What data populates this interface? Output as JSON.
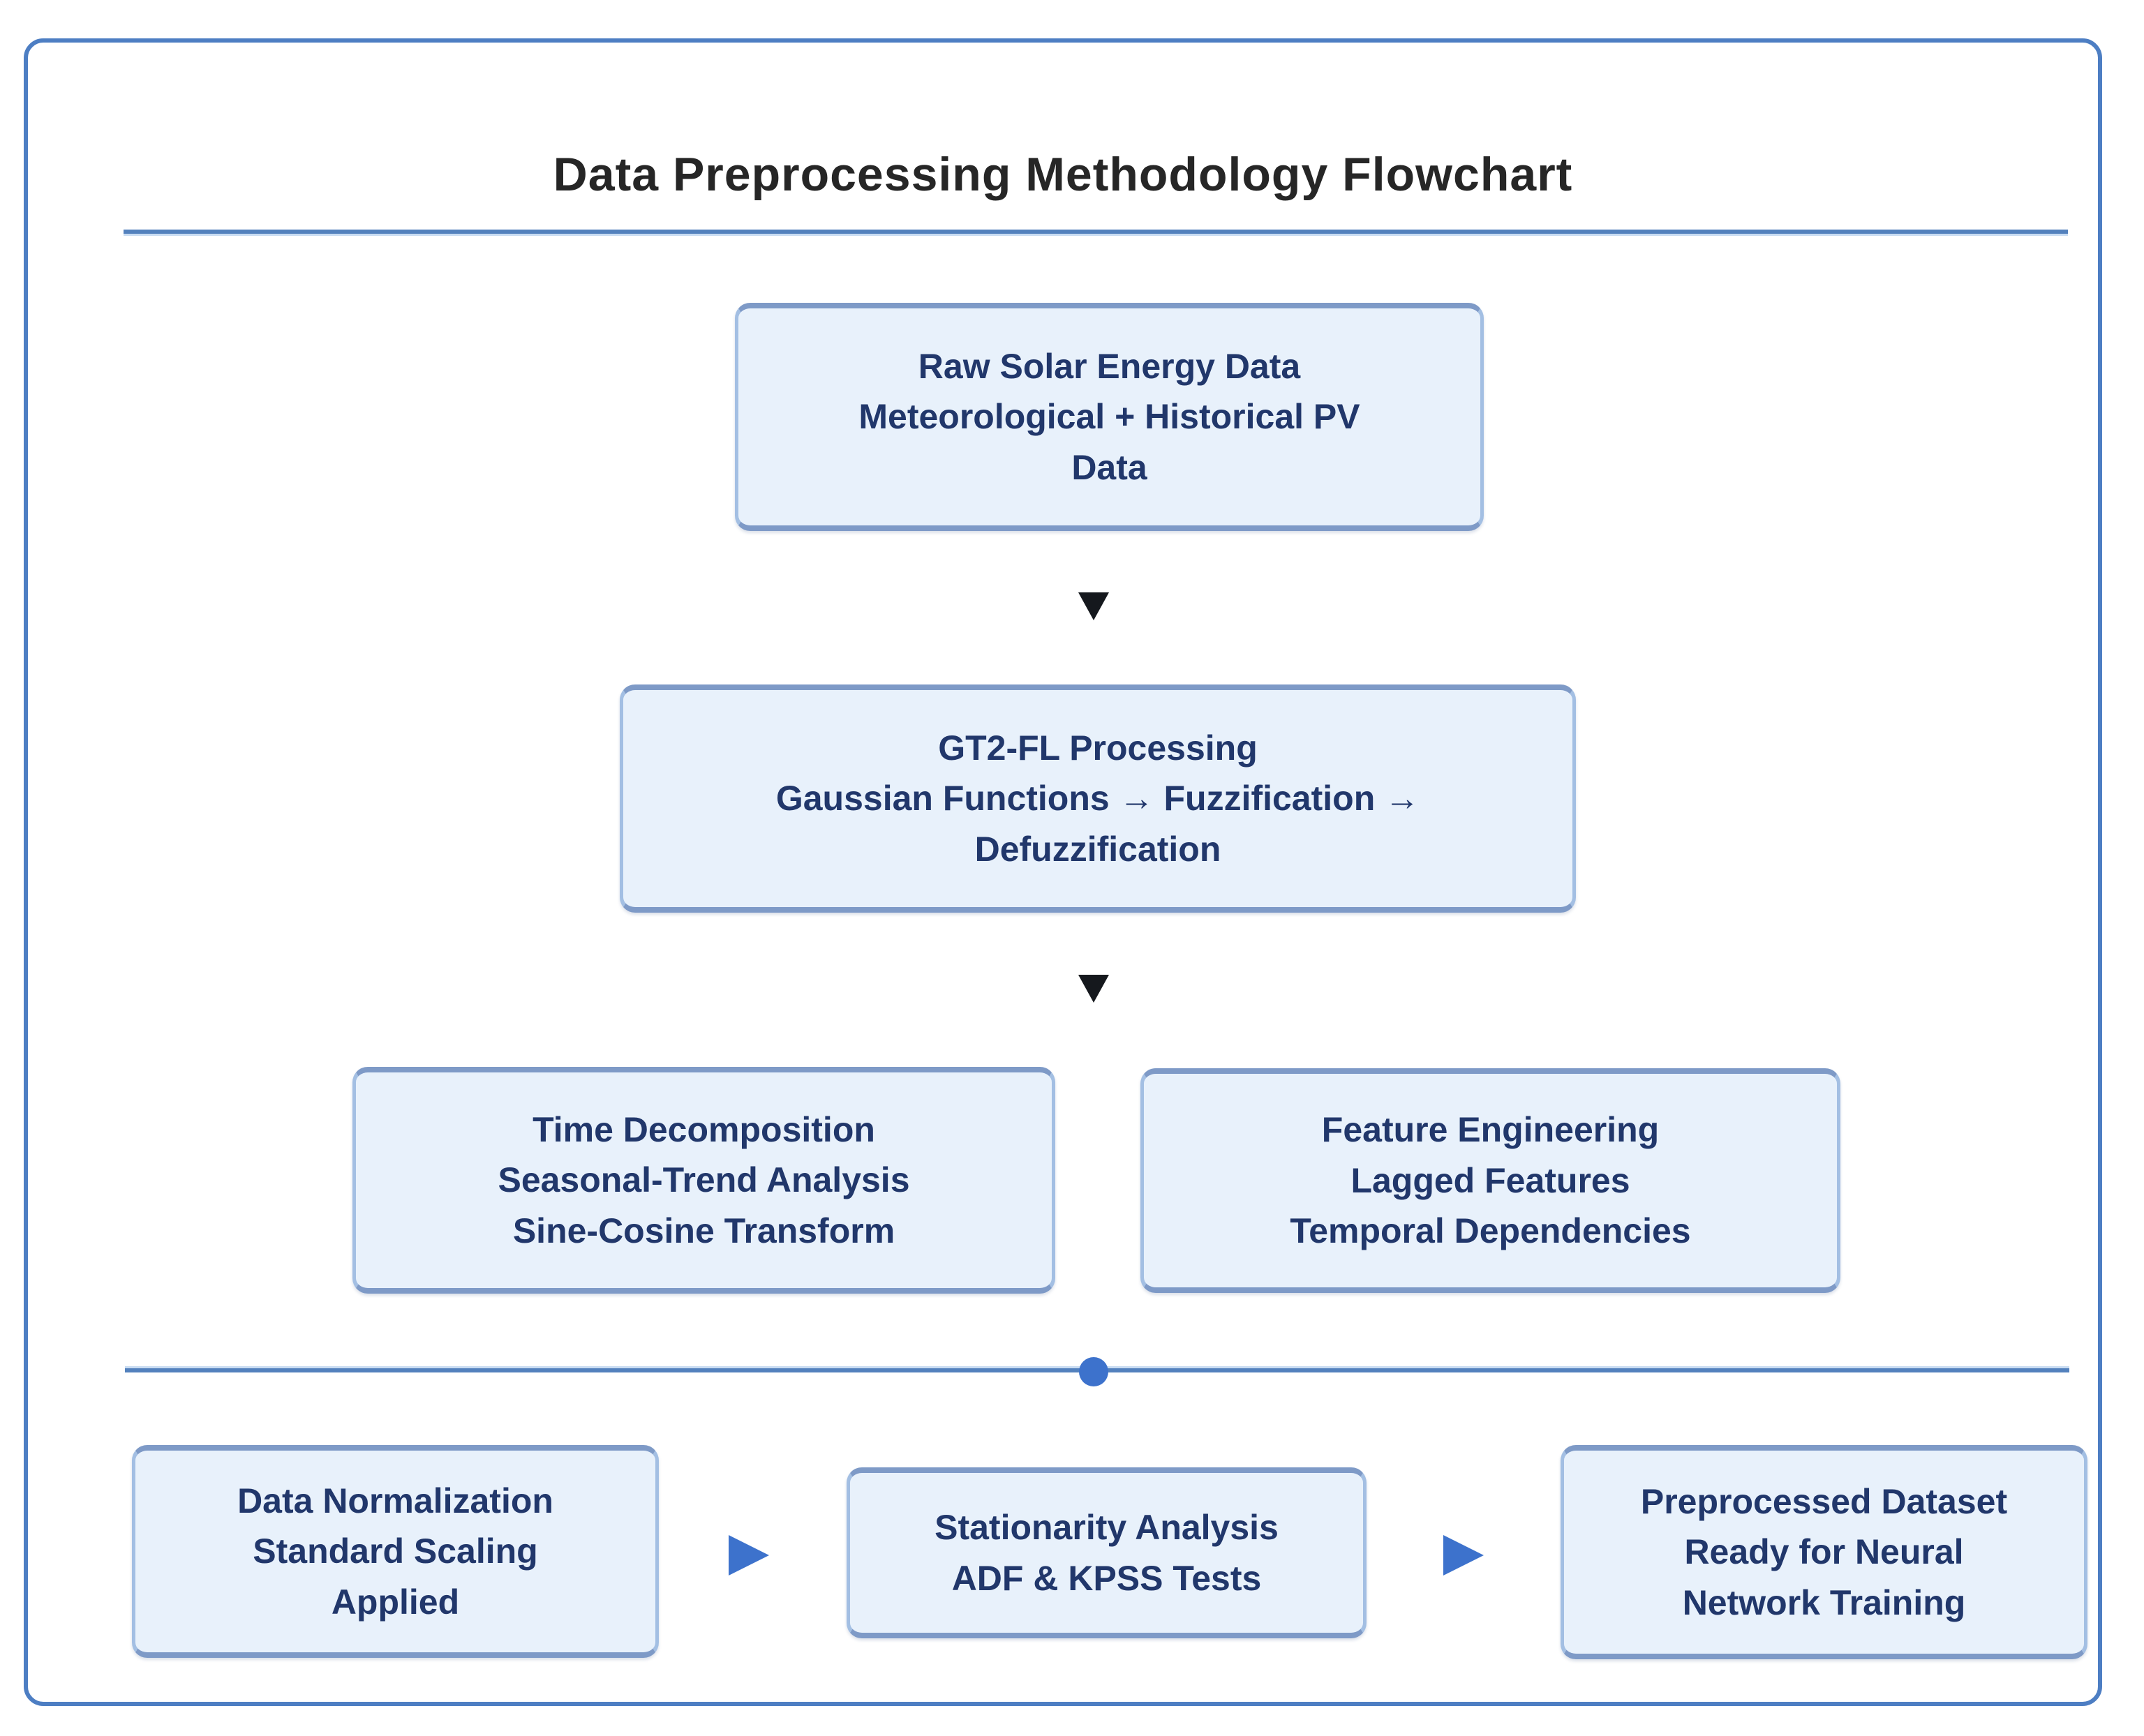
{
  "title": "Data Preprocessing Methodology Flowchart",
  "nodes": {
    "raw": {
      "lines": [
        "Raw Solar Energy Data",
        "Meteorological + Historical PV",
        "Data"
      ]
    },
    "gt2fl": {
      "lines": [
        "GT2-FL Processing",
        "Gaussian Functions → Fuzzification →",
        "Defuzzification"
      ]
    },
    "time_decomposition": {
      "lines": [
        "Time Decomposition",
        "Seasonal-Trend Analysis",
        "Sine-Cosine Transform"
      ]
    },
    "feature_engineering": {
      "lines": [
        "Feature Engineering",
        "Lagged Features",
        "Temporal Dependencies"
      ]
    },
    "normalization": {
      "lines": [
        "Data Normalization",
        "Standard Scaling",
        "Applied"
      ]
    },
    "stationarity": {
      "lines": [
        "Stationarity Analysis",
        "ADF & KPSS Tests"
      ]
    },
    "output": {
      "lines": [
        "Preprocessed Dataset",
        "Ready for Neural",
        "Network Training"
      ]
    }
  },
  "icons": {
    "down_arrow": "triangle-down",
    "right_arrow": "triangle-right",
    "junction_dot": "filled-circle"
  },
  "colors": {
    "frame_border": "#4d7ec3",
    "title_text": "#262626",
    "node_fill": "#e8f1fb",
    "node_border_top_bottom": "#7e9ac7",
    "node_border_sides": "#a3bfe3",
    "node_text": "#21376b",
    "divider_line": "#5381bd",
    "down_arrow": "#15181d",
    "right_arrow": "#3d72cc",
    "junction_dot": "#3d72cc",
    "background": "#ffffff"
  }
}
